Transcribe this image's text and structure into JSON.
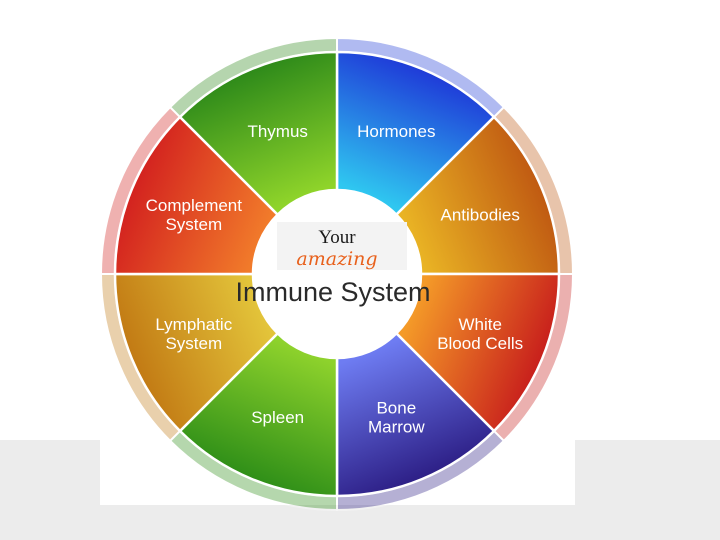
{
  "title": {
    "line1": "Your",
    "line2": "amazing",
    "line3": "Immune System"
  },
  "segments": [
    {
      "lines": [
        "Hormones"
      ],
      "color_light": "#2fc7f0",
      "color_dark": "#1f3bd8"
    },
    {
      "lines": [
        "Antibodies"
      ],
      "color_light": "#e9b324",
      "color_dark": "#c05a12"
    },
    {
      "lines": [
        "White",
        "Blood Cells"
      ],
      "color_light": "#f49a28",
      "color_dark": "#c81f1c"
    },
    {
      "lines": [
        "Bone",
        "Marrow"
      ],
      "color_light": "#6e7cf2",
      "color_dark": "#2d1f86"
    },
    {
      "lines": [
        "Spleen"
      ],
      "color_light": "#8ed22c",
      "color_dark": "#2f8f18"
    },
    {
      "lines": [
        "Lymphatic",
        "System"
      ],
      "color_light": "#e3c43a",
      "color_dark": "#c27a14"
    },
    {
      "lines": [
        "Complement",
        "System"
      ],
      "color_light": "#f17a2a",
      "color_dark": "#d3221f"
    },
    {
      "lines": [
        "Thymus"
      ],
      "color_light": "#8fd42a",
      "color_dark": "#2e8a1a"
    }
  ]
}
